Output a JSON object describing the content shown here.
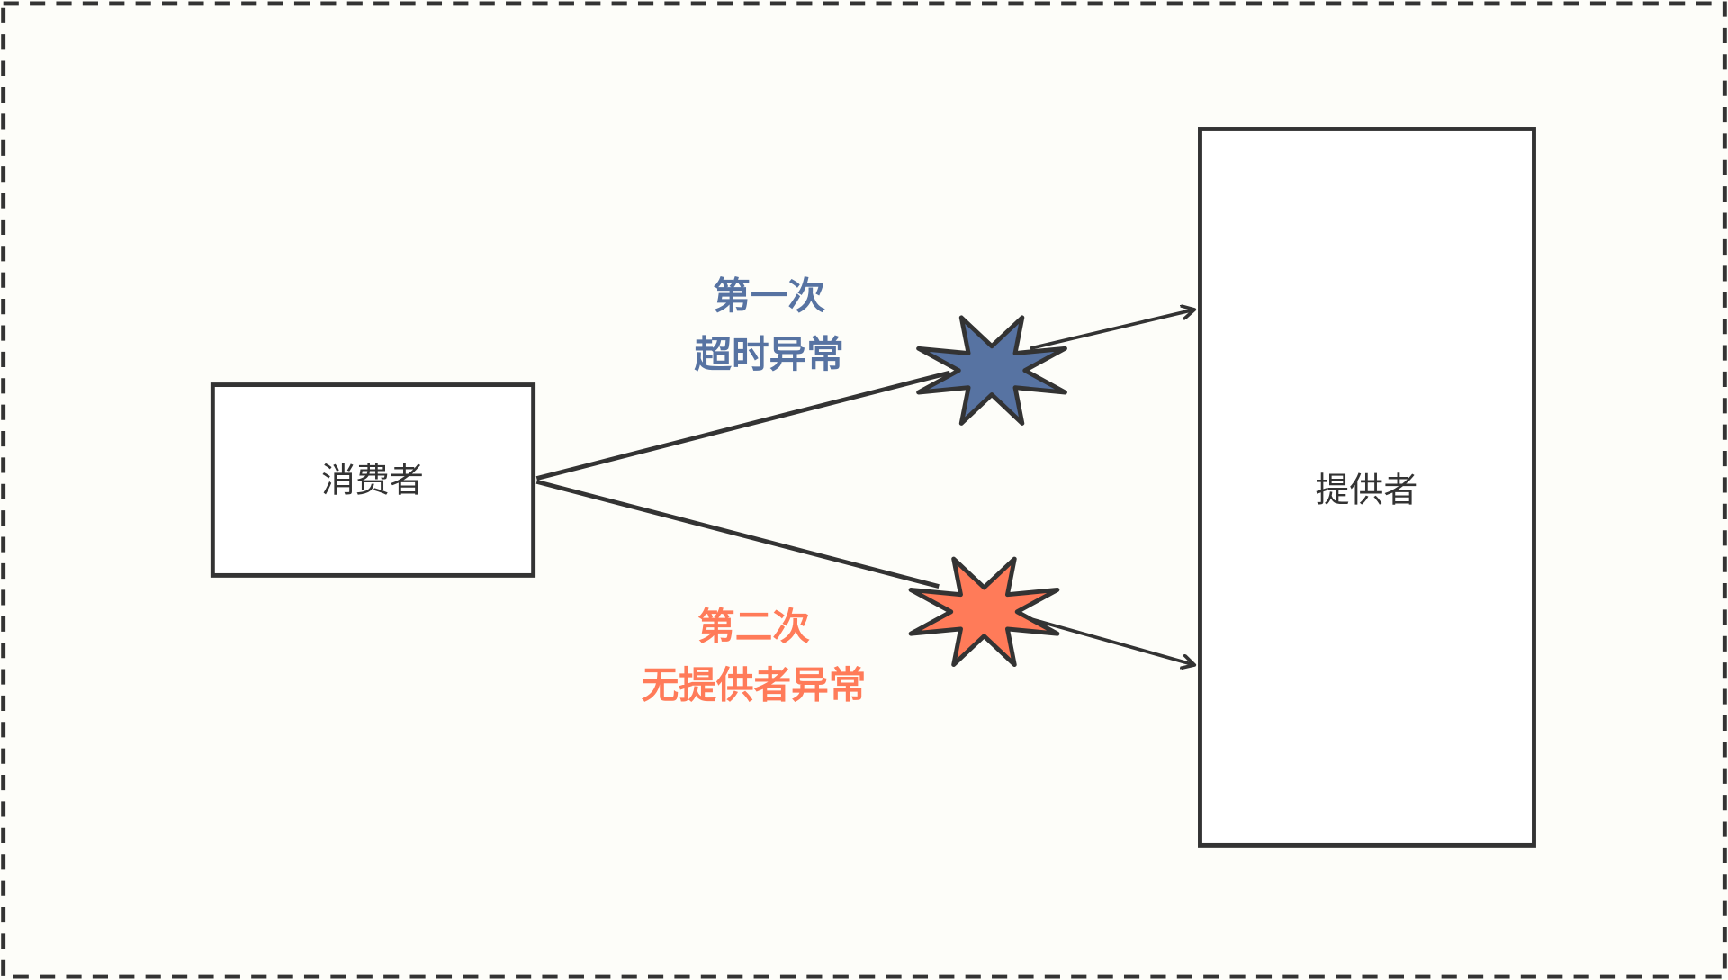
{
  "diagram": {
    "consumer_label": "消费者",
    "provider_label": "提供者",
    "first_attempt": {
      "line1": "第一次",
      "line2": "超时异常",
      "color": "#5773a2"
    },
    "second_attempt": {
      "line1": "第二次",
      "line2": "无提供者异常",
      "color": "#ff7b59"
    },
    "stroke_color": "#333333",
    "background_color": "#fdfdf9"
  }
}
